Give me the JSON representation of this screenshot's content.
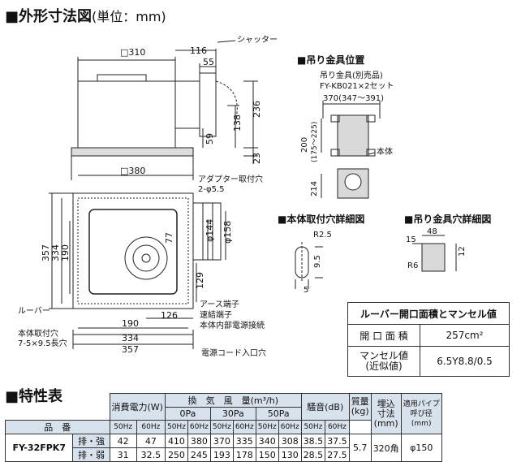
{
  "title_dimensions": "■外形寸法図",
  "title_unit": "(単位：mm)",
  "title_characteristics": "■特性表",
  "labels": {
    "shutter": "シャッター",
    "adapter_hole": "アダプター取付穴",
    "adapter_hole_spec": "2-φ5.5",
    "louver": "ルーバー",
    "body_hole": "本体取付穴",
    "body_hole_spec": "7-5×9.5長穴",
    "earth": "アース端子",
    "quick_terminal": "速結端子",
    "internal_power": "本体内部電源接続",
    "cord_hole": "電源コード入口穴",
    "hanger_title": "■吊り金具位置",
    "hanger_sold": "吊り金具(別売品)",
    "hanger_model": "FY-KB021×2セット",
    "hanger_width": "370(347〜391)",
    "hanger_height": "200",
    "hanger_height_range": "(175〜225)",
    "main_body": "本体",
    "hanger_214": "214",
    "body_hole_detail": "■本体取付穴詳細図",
    "hanger_hole_detail": "■吊り金具穴詳細図",
    "r25": "R2.5",
    "d95": "9.5",
    "d5": "5",
    "d15": "15",
    "d48": "48",
    "d12": "12",
    "r6": "R6"
  },
  "dims": {
    "sq310": "□310",
    "d116": "116",
    "d55": "55",
    "d236": "236",
    "d138": "138",
    "d59": "59",
    "d23": "23",
    "sq380": "□380",
    "d144": "φ144",
    "d158": "φ158",
    "d77": "77",
    "d129": "129",
    "d357v": "357",
    "d334v": "334",
    "d190v": "190",
    "d126": "126",
    "d190h": "190",
    "d334h": "334",
    "d357h": "357"
  },
  "louver_table": {
    "title": "ルーバー開口面積とマンセル値",
    "area_label": "開 口 面 積",
    "area_value": "257cm²",
    "munsell_label": "マンセル値",
    "munsell_sub": "(近似値)",
    "munsell_value": "6.5Y8.8/0.5"
  },
  "spec_table": {
    "h_power": "消費電力(W)",
    "h_airflow": "換　気　風　量(m³/h)",
    "h_0pa": "0Pa",
    "h_30pa": "30Pa",
    "h_50pa": "50Pa",
    "h_noise": "騒音(dB)",
    "h_mass": "質量",
    "h_mass_unit": "(kg)",
    "h_embed": "埋込",
    "h_embed2": "寸法",
    "h_embed_unit": "(mm)",
    "h_pipe": "適用パイプ",
    "h_pipe2": "呼び径",
    "h_pipe_unit": "(mm)",
    "h_model": "品　番",
    "hz50": "50Hz",
    "hz60": "60Hz",
    "model": "FY-32FPK7",
    "mass": "5.7",
    "embed": "320角",
    "pipe": "φ150",
    "rows": [
      {
        "mode": "排・強",
        "vals": [
          "42",
          "47",
          "410",
          "380",
          "370",
          "335",
          "340",
          "308",
          "38.5",
          "37.5"
        ]
      },
      {
        "mode": "排・弱",
        "vals": [
          "31",
          "32.5",
          "250",
          "245",
          "193",
          "178",
          "150",
          "130",
          "28.5",
          "27.5"
        ]
      }
    ]
  },
  "colors": {
    "table_header": "#d8e2ec",
    "line": "#222222",
    "body_fill": "#d9d9d9"
  }
}
